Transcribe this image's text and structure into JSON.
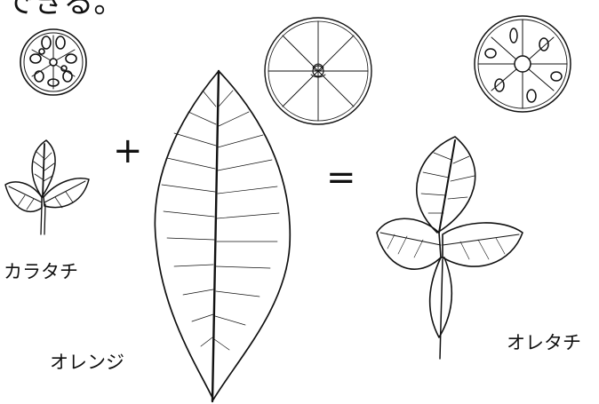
{
  "header_text": "できる。",
  "labels": {
    "karatachi": "カラタチ",
    "orange": "オレンジ",
    "oretachi": "オレタチ"
  },
  "operators": {
    "plus": "+",
    "equals": "="
  },
  "illustrations": {
    "fruit_slices": [
      "karatachi-fruit-slice-icon",
      "orange-fruit-slice-icon",
      "oretachi-fruit-slice-icon"
    ],
    "leaves": [
      "karatachi-trifoliate-leaf-icon",
      "orange-leaf-icon",
      "oretachi-trifoliate-leaf-icon"
    ]
  },
  "colors": {
    "line": "#111111",
    "background": "#ffffff"
  }
}
